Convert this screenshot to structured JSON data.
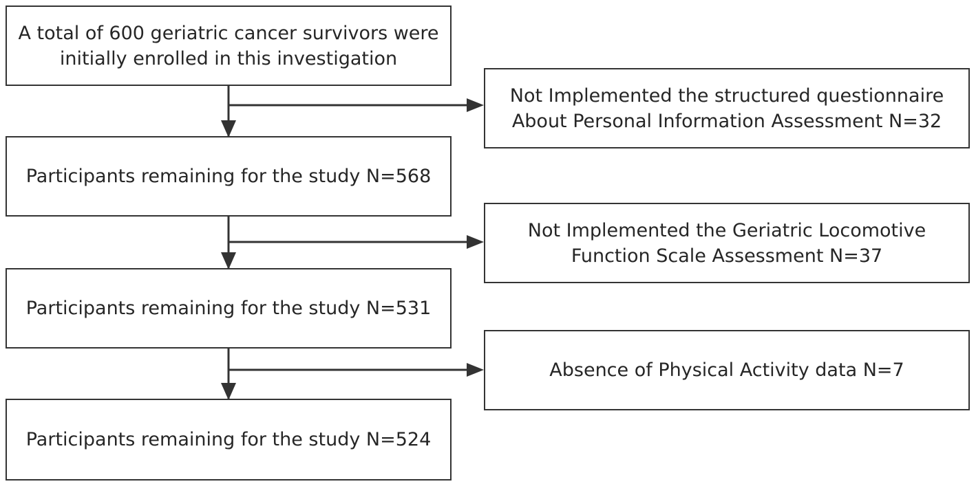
{
  "colors": {
    "stroke": "#333333",
    "text": "#262626",
    "background": "#ffffff"
  },
  "flow": {
    "enrolled": {
      "line1": "A total of 600 geriatric cancer survivors were",
      "line2": "initially enrolled in this investigation"
    },
    "excluded_1": {
      "line1": "Not Implemented the structured questionnaire",
      "line2": "About Personal Information Assessment N=32"
    },
    "remaining_1": {
      "line1": "Participants remaining for the study N=568"
    },
    "excluded_2": {
      "line1": "Not Implemented the Geriatric Locomotive",
      "line2": "Function Scale Assessment N=37"
    },
    "remaining_2": {
      "line1": "Participants remaining for the study N=531"
    },
    "excluded_3": {
      "line1": "Absence of Physical Activity data N=7"
    },
    "remaining_3": {
      "line1": "Participants remaining for the study N=524"
    }
  }
}
